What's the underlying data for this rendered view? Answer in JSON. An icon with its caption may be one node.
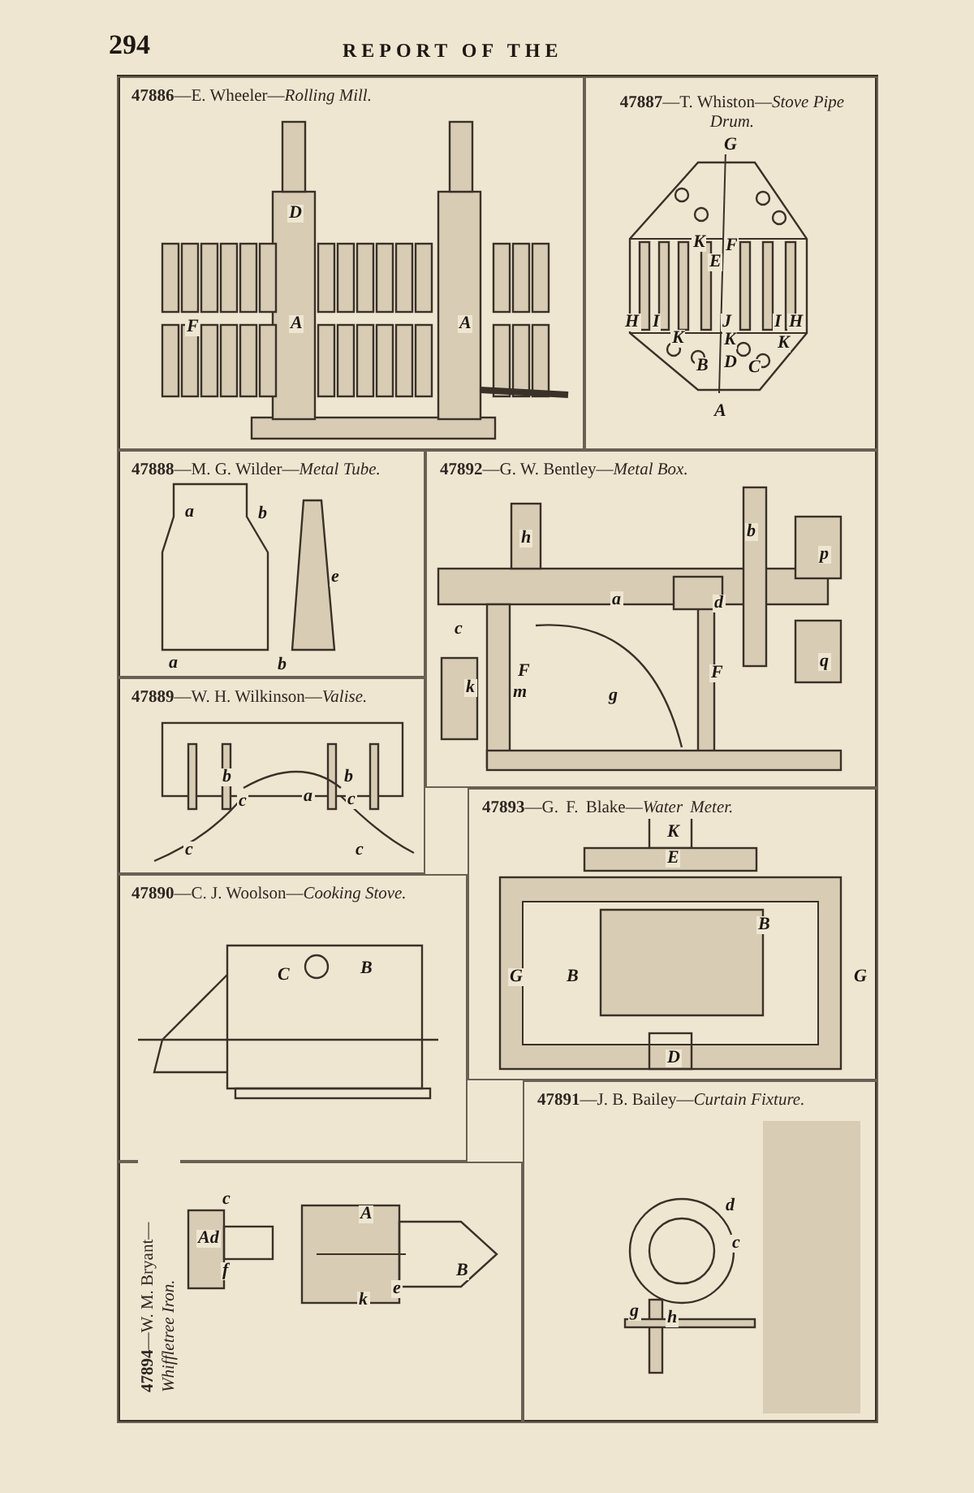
{
  "diagram": {
    "nodes": [
      {
        "text": [
          "**47886**—E. Wheeler—*Rolling Mill.*"
        ]
      },
      {
        "text": [
          "**47887**—T. Whiston—*Stove Pipe Drum.*"
        ]
      },
      {
        "text": [
          "**47888**—M. G. Wilder—*Metal Tube.*"
        ]
      },
      {
        "text": [
          "**47892**—G. W. Bentley—*Metal Box.*"
        ]
      },
      {
        "text": [
          "**47889**—W. H. Wilkinson—*Valise.*"
        ]
      },
      {
        "text": [
          "**47893**—G. F. Blake—*Water Meter.*"
        ]
      },
      {
        "text": [
          "**47890**—C. J. Woolson—*Cooking Stove.*"
        ]
      },
      {
        "text": [
          "**47891**—J. B. Bailey—*Curtain Fixture.*"
        ]
      },
      {
        "text": [
          "**47894**—W. M. Bryant—*Whiffletree Iron.*"
        ]
      }
    ],
    "labels": [
      "294",
      "REPORT OF THE",
      "D",
      "F",
      "A",
      "A",
      "G",
      "K",
      "E",
      "F",
      "H",
      "I",
      "J",
      "I",
      "H",
      "K",
      "K",
      "K",
      "B",
      "D",
      "C",
      "A",
      "a",
      "b",
      "e",
      "a",
      "b",
      "h",
      "b",
      "p",
      "c",
      "a",
      "d",
      "F",
      "g",
      "k",
      "m",
      "F",
      "q",
      "b",
      "c",
      "a",
      "b",
      "c",
      "c",
      "c",
      "K",
      "E",
      "G",
      "B",
      "B",
      "G",
      "D",
      "C",
      "B",
      "d",
      "c",
      "g",
      "h",
      "c",
      "Ad",
      "f",
      "A",
      "e",
      "k",
      "B"
    ]
  }
}
